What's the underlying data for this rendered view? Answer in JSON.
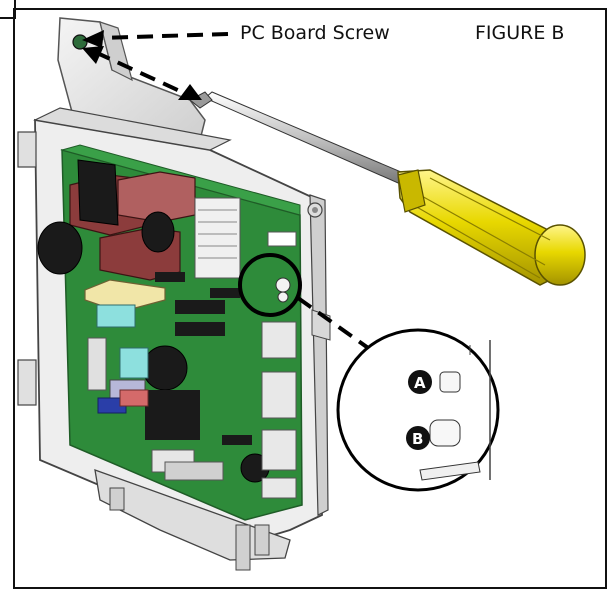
{
  "labels": {
    "screw": "PC Board Screw",
    "figure": "FIGURE B"
  },
  "callout": {
    "a": "A",
    "b": "B"
  },
  "colors": {
    "board_green": "#2e8b3a",
    "housing_gray": "#e6e6e6",
    "screwdriver_yellow": "#e8d800",
    "relay_red": "#8c3c3c",
    "capacitor_black": "#1a1a1a"
  }
}
